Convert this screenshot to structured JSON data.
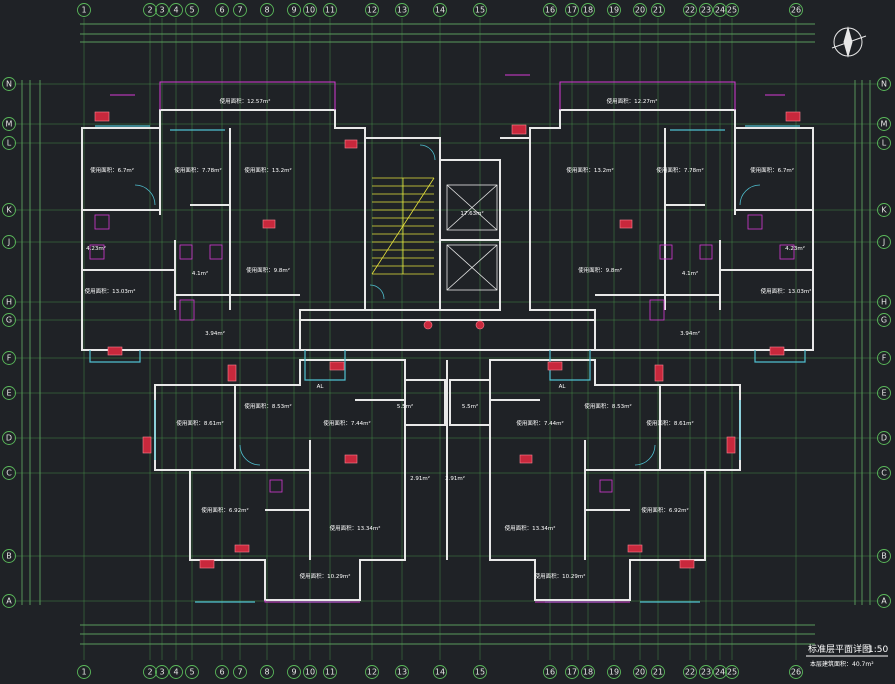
{
  "drawing": {
    "title": "标准层平面详图",
    "scale": "1:50",
    "subtitle": "本层建筑面积：40.7m²"
  },
  "axes": {
    "columns": [
      "1",
      "2",
      "3",
      "4",
      "5",
      "6",
      "7",
      "8",
      "9",
      "10",
      "11",
      "12",
      "13",
      "14",
      "15",
      "16",
      "17",
      "18",
      "19",
      "20",
      "21",
      "22",
      "23",
      "24",
      "25",
      "26"
    ],
    "rows": [
      "N",
      "M",
      "L",
      "K",
      "J",
      "H",
      "G",
      "F",
      "E",
      "D",
      "C",
      "B",
      "A"
    ]
  },
  "rooms": [
    {
      "id": "r1",
      "text": "使用面积：12.57m²"
    },
    {
      "id": "r2",
      "text": "使用面积：12.27m²"
    },
    {
      "id": "r3",
      "text": "使用面积：6.7m²"
    },
    {
      "id": "r4",
      "text": "使用面积：7.78m²"
    },
    {
      "id": "r5",
      "text": "使用面积：13.2m²"
    },
    {
      "id": "r6",
      "text": "使用面积：13.2m²"
    },
    {
      "id": "r7",
      "text": "使用面积：7.78m²"
    },
    {
      "id": "r8",
      "text": "使用面积：6.7m²"
    },
    {
      "id": "r9",
      "text": "17.63m²"
    },
    {
      "id": "r10",
      "text": "使用面积：13.03m²"
    },
    {
      "id": "r11",
      "text": "使用面积：9.8m²"
    },
    {
      "id": "r12",
      "text": "使用面积：9.8m²"
    },
    {
      "id": "r13",
      "text": "使用面积：13.03m²"
    },
    {
      "id": "r14",
      "text": "使用面积：8.61m²"
    },
    {
      "id": "r15",
      "text": "使用面积：7.44m²"
    },
    {
      "id": "r16",
      "text": "使用面积：7.44m²"
    },
    {
      "id": "r17",
      "text": "使用面积：8.61m²"
    },
    {
      "id": "r18",
      "text": "使用面积：8.53m²"
    },
    {
      "id": "r19",
      "text": "使用面积：8.53m²"
    },
    {
      "id": "r20",
      "text": "使用面积：6.92m²"
    },
    {
      "id": "r21",
      "text": "使用面积：13.34m²"
    },
    {
      "id": "r22",
      "text": "使用面积：13.34m²"
    },
    {
      "id": "r23",
      "text": "使用面积：6.92m²"
    },
    {
      "id": "r24",
      "text": "使用面积：10.29m²"
    },
    {
      "id": "r25",
      "text": "使用面积：10.29m²"
    },
    {
      "id": "r26",
      "text": "5.5m²"
    },
    {
      "id": "r27",
      "text": "5.5m²"
    },
    {
      "id": "r28",
      "text": "2.91m²"
    },
    {
      "id": "r29",
      "text": "2.91m²"
    },
    {
      "id": "r30",
      "text": "4.1m²"
    },
    {
      "id": "r31",
      "text": "4.1m²"
    },
    {
      "id": "r32",
      "text": "4.23m²"
    },
    {
      "id": "r33",
      "text": "4.23m²"
    },
    {
      "id": "r34",
      "text": "3.94m²"
    },
    {
      "id": "r35",
      "text": "3.94m²"
    },
    {
      "id": "r36",
      "text": "AL"
    },
    {
      "id": "r37",
      "text": "AL"
    }
  ],
  "colors": {
    "background": "#1f2226",
    "grid_line": "#4ea24e",
    "axis_circle": "#5ab85a",
    "wall": "#e8e8e8",
    "window": "#4fc0d0",
    "stair": "#e6e23c",
    "balcony": "#d43ad4",
    "fixture": "#e8506a",
    "dimension": "#6fc46f",
    "label": "#ffffff"
  }
}
